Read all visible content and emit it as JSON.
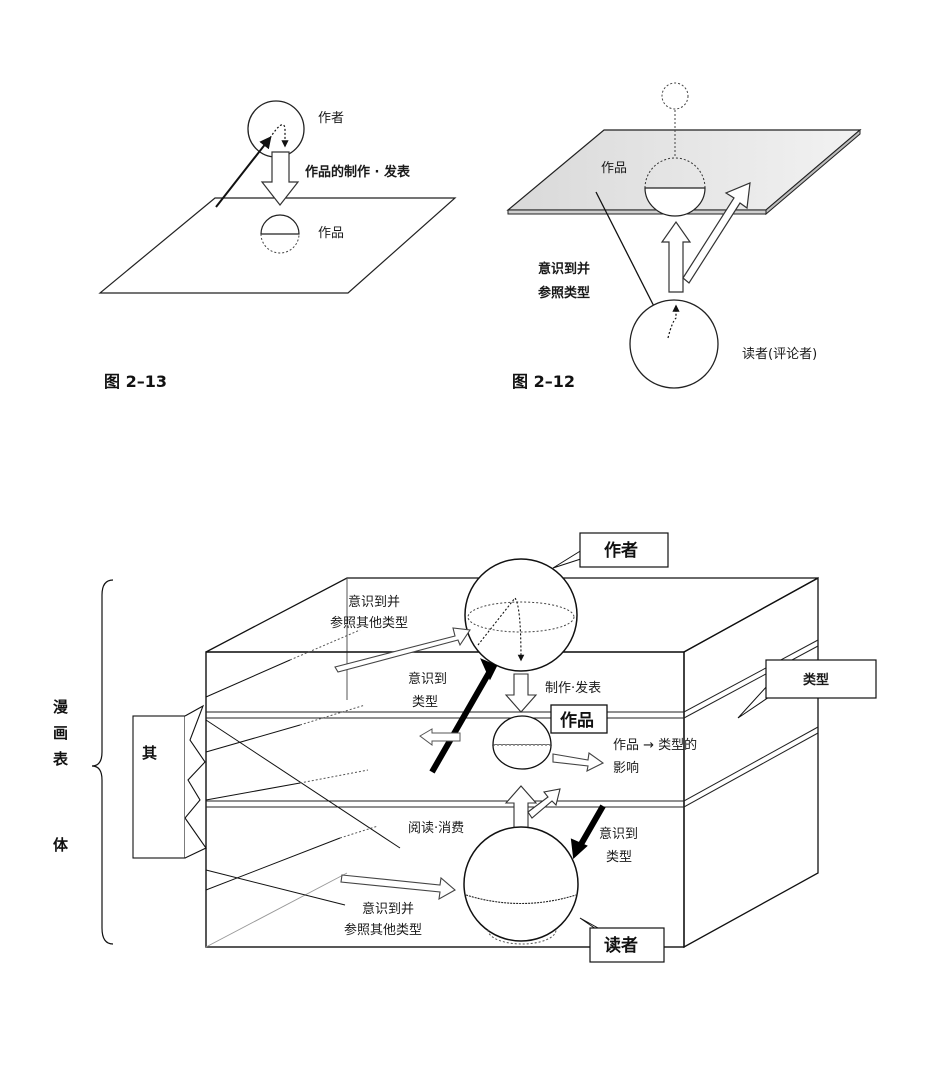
{
  "fig_left": {
    "caption": "图 2–13",
    "author": "作者",
    "production": "作品的制作 · 发表",
    "work": "作品"
  },
  "fig_right": {
    "caption": "图 2–12",
    "work": "作品",
    "aware_line1": "意识到并",
    "aware_line2": "参照类型",
    "reader": "读者(评论者)"
  },
  "fig_bottom": {
    "side_label_chars": [
      "漫",
      "画",
      "表",
      "",
      "",
      "体"
    ],
    "left_box_char": "其",
    "author_box": "作者",
    "genre_box": "类型",
    "aware_other_line1": "意识到并",
    "aware_other_line2": "参照其他类型",
    "aware_genre_top_line1": "意识到",
    "aware_genre_top_line2": "类型",
    "production": "制作·发表",
    "work_box": "作品",
    "influence_line1": "作品 → 类型的",
    "influence_line2": "影响",
    "reading": "阅读·消费",
    "aware_genre_bottom_line1": "意识到",
    "aware_genre_bottom_line2": "类型",
    "aware_other_bottom_line1": "意识到并",
    "aware_other_bottom_line2": "参照其他类型",
    "reader_box": "读者"
  }
}
